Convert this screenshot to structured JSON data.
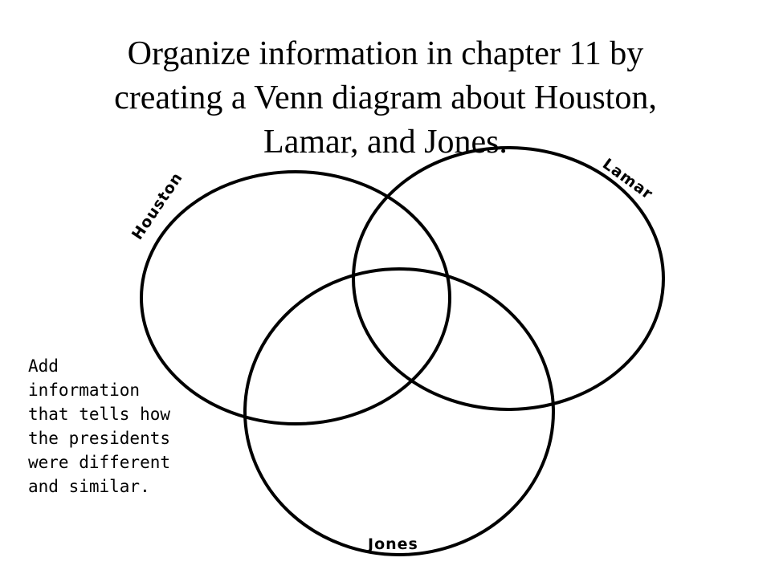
{
  "title": {
    "lines": [
      "Organize information in chapter 11 by",
      "creating a Venn diagram about Houston,",
      "Lamar, and Jones."
    ]
  },
  "venn": {
    "labels": {
      "houston": "Houston",
      "lamar": "Lamar",
      "jones": "Jones"
    }
  },
  "note": {
    "lines": [
      "Add",
      "information",
      "that tells how",
      "the presidents",
      "were different",
      "and similar."
    ]
  },
  "colors": {
    "stroke": "#000000",
    "background": "#ffffff"
  }
}
